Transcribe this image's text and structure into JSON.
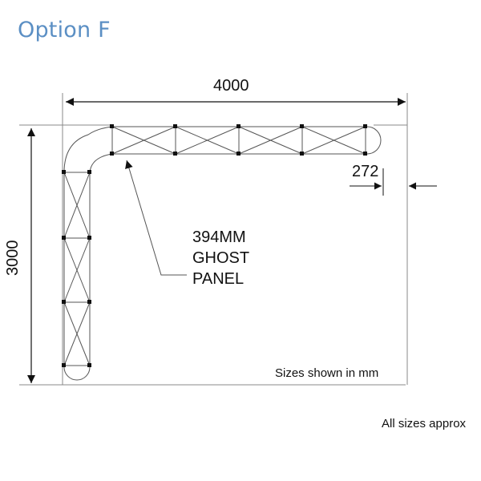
{
  "title": "Option F",
  "dimensions": {
    "width": "4000",
    "height": "3000",
    "curve_offset": "272"
  },
  "callout": {
    "line1": "394MM",
    "line2": "GHOST",
    "line3": "PANEL"
  },
  "note": "Sizes shown in mm",
  "footer": "All sizes approx",
  "colors": {
    "title": "#5b8fc4",
    "frame": "#999999",
    "lines": "#111111"
  }
}
